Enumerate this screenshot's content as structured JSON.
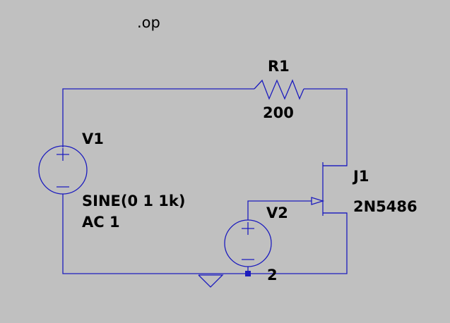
{
  "directive": ".op",
  "resistor": {
    "name": "R1",
    "value": "200"
  },
  "source_v1": {
    "name": "V1",
    "value": "SINE(0 1 1k)",
    "ac": "AC 1"
  },
  "source_v2": {
    "name": "V2"
  },
  "jfet": {
    "name": "J1",
    "model": "2N5486"
  },
  "net_label": "2",
  "colors": {
    "background": "#c0c0c0",
    "wire": "#1c1cbe",
    "text": "#000000"
  }
}
